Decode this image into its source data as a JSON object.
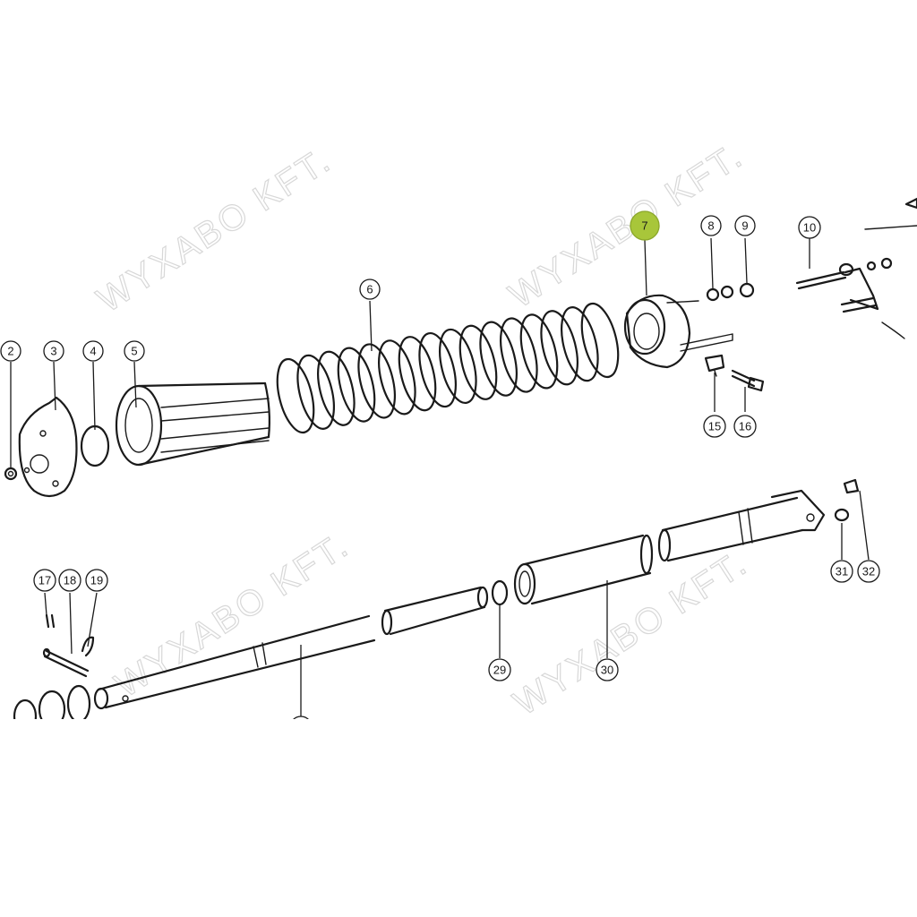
{
  "watermark": "WYXABO KFT.",
  "highlight_color": "#a8c63a",
  "highlighted_part": "7",
  "callouts": [
    "2",
    "3",
    "4",
    "5",
    "6",
    "7",
    "8",
    "9",
    "10",
    "15",
    "16",
    "17",
    "18",
    "19",
    "29",
    "30",
    "31",
    "32"
  ]
}
